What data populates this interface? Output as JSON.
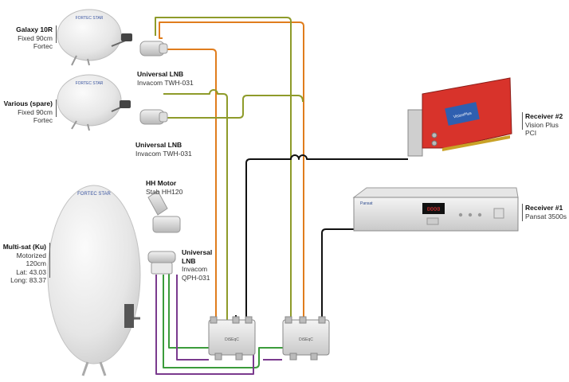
{
  "labels": {
    "galaxy": {
      "title": "Galaxy 10R",
      "sub": "Fixed 90cm Fortec"
    },
    "various": {
      "title": "Various (spare)",
      "sub": "Fixed 90cm Fortec"
    },
    "multisat": {
      "title": "Multi-sat (Ku)",
      "line1": "Motorized 120cm",
      "line2": "Lat: 43.03",
      "line3": "Long: 83.37"
    },
    "lnb1": {
      "title": "Universal LNB",
      "sub": "Invacom TWH-031"
    },
    "lnb2": {
      "title": "Universal LNB",
      "sub": "Invacom TWH-031"
    },
    "motor": {
      "title": "HH Motor",
      "sub": "Stab HH120"
    },
    "lnb3": {
      "title": "Universal",
      "title2": "LNB",
      "line1": "Invacom",
      "line2": "QPH-031"
    },
    "receiver2": {
      "title": "Receiver #2",
      "sub": "Vision Plus PCI"
    },
    "receiver1": {
      "title": "Receiver #1",
      "sub": "Pansat 3500s"
    }
  },
  "device_text": {
    "dish_brand": "FORTEC STAR",
    "receiver_brand": "Pansat",
    "receiver_display": "0000",
    "card_brand": "VisionPlus",
    "switch_brand": "DiSEqC"
  },
  "colors": {
    "orange": "#e07d1d",
    "olive": "#8e9b2a",
    "black": "#111111",
    "green": "#3b9c3b",
    "purple": "#7a3a8e"
  },
  "icons": [
    "satellite-dish",
    "lnb",
    "motor",
    "diseqc-switch",
    "pci-card",
    "set-top-box"
  ]
}
